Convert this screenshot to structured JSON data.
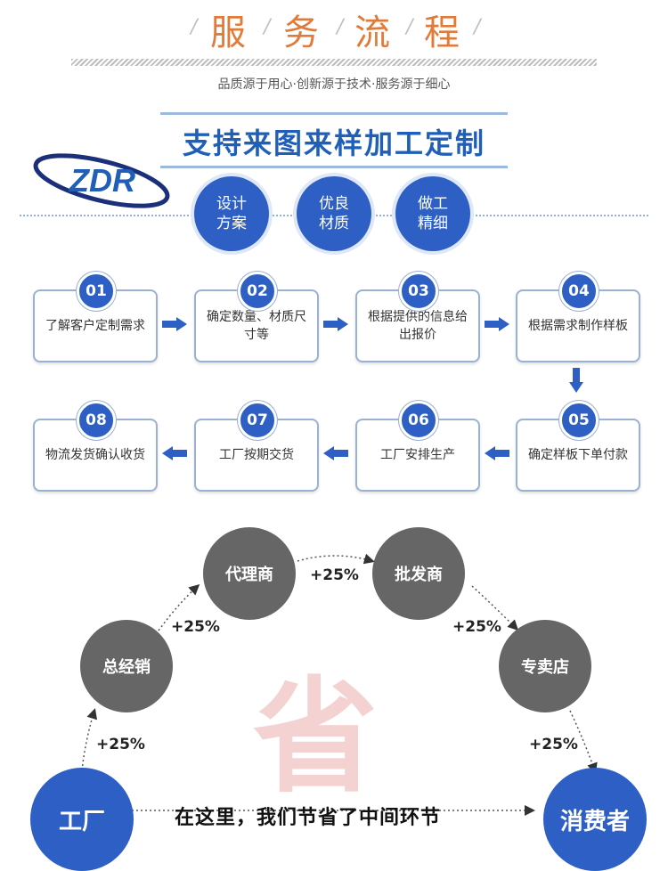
{
  "header": {
    "title_chars": [
      "服",
      "务",
      "流",
      "程"
    ],
    "subtitle": "品质源于用心·创新源于技术·服务源于细心",
    "banner": "支持来图来样加工定制"
  },
  "logo": {
    "text": "ZDR"
  },
  "features": [
    {
      "line1": "设计",
      "line2": "方案"
    },
    {
      "line1": "优良",
      "line2": "材质"
    },
    {
      "line1": "做工",
      "line2": "精细"
    }
  ],
  "steps": [
    {
      "num": "01",
      "text": "了解客户定制需求"
    },
    {
      "num": "02",
      "text": "确定数量、材质尺寸等"
    },
    {
      "num": "03",
      "text": "根据提供的信息给出报价"
    },
    {
      "num": "04",
      "text": "根据需求制作样板"
    },
    {
      "num": "05",
      "text": "确定样板下单付款"
    },
    {
      "num": "06",
      "text": "工厂安排生产"
    },
    {
      "num": "07",
      "text": "工厂按期交货"
    },
    {
      "num": "08",
      "text": "物流发货确认收货"
    }
  ],
  "distribution": {
    "big_char": "省",
    "nodes": {
      "factory": "工厂",
      "general": "总经销",
      "agent": "代理商",
      "wholesale": "批发商",
      "store": "专卖店",
      "consumer": "消费者"
    },
    "markup": "+25%",
    "bottom_text": "在这里，我们节省了中间环节"
  },
  "colors": {
    "accent_blue": "#2d5fc4",
    "title_orange": "#e07b3a",
    "node_grey": "#666666"
  }
}
